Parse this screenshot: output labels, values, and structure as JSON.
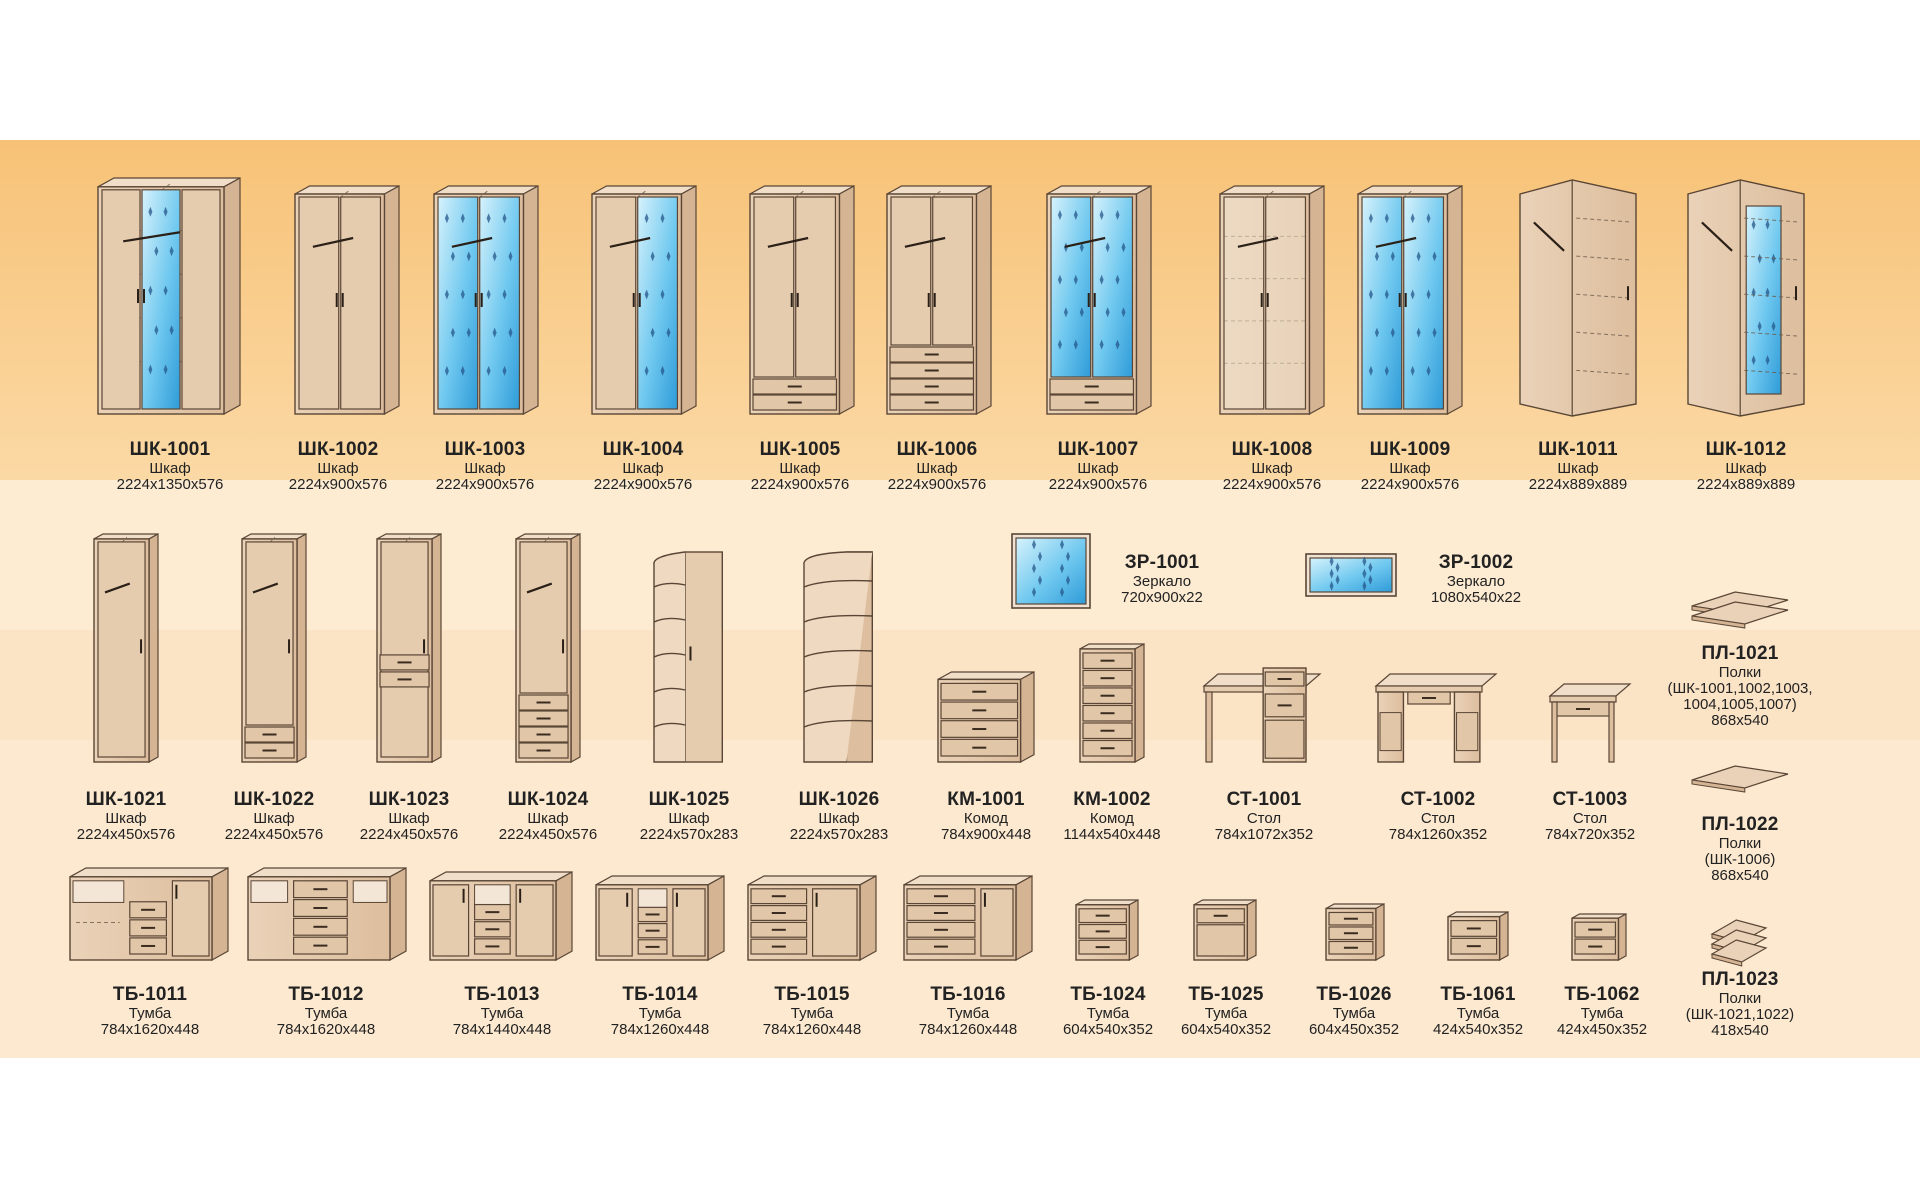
{
  "colors": {
    "band_top_from": "#F8C47C",
    "band_top_to": "#FBE0B6",
    "band_mid": "#FDEBD3",
    "band_low": "#FBE5C8",
    "wood": "#E9CFB3",
    "wood_edge": "#5A4636",
    "glass": "#63C5EE",
    "glass_light": "#CDEFFB"
  },
  "items": [
    {
      "id": "shk1001",
      "code": "ШК-1001",
      "name": "Шкаф",
      "dims": "2224x1350x576",
      "kind": "wardrobe",
      "doors": 3,
      "glass": [
        1
      ],
      "drawers": 0,
      "bar": true
    },
    {
      "id": "shk1002",
      "code": "ШК-1002",
      "name": "Шкаф",
      "dims": "2224x900x576",
      "kind": "wardrobe",
      "doors": 2,
      "glass": [],
      "drawers": 0,
      "bar": true
    },
    {
      "id": "shk1003",
      "code": "ШК-1003",
      "name": "Шкаф",
      "dims": "2224x900x576",
      "kind": "wardrobe",
      "doors": 2,
      "glass": [
        0,
        1
      ],
      "drawers": 0,
      "bar": true
    },
    {
      "id": "shk1004",
      "code": "ШК-1004",
      "name": "Шкаф",
      "dims": "2224x900x576",
      "kind": "wardrobe",
      "doors": 2,
      "glass": [
        1
      ],
      "drawers": 0,
      "bar": true
    },
    {
      "id": "shk1005",
      "code": "ШК-1005",
      "name": "Шкаф",
      "dims": "2224x900x576",
      "kind": "wardrobe",
      "doors": 2,
      "glass": [],
      "drawers": 2,
      "bar": true
    },
    {
      "id": "shk1006",
      "code": "ШК-1006",
      "name": "Шкаф",
      "dims": "2224x900x576",
      "kind": "wardrobe",
      "doors": 2,
      "glass": [],
      "drawers": 4,
      "bar": true
    },
    {
      "id": "shk1007",
      "code": "ШК-1007",
      "name": "Шкаф",
      "dims": "2224x900x576",
      "kind": "wardrobe",
      "doors": 2,
      "glass": [
        0,
        1
      ],
      "drawers": 2,
      "bar": true
    },
    {
      "id": "shk1008",
      "code": "ШК-1008",
      "name": "Шкаф",
      "dims": "2224x900x576",
      "kind": "wardrobe",
      "doors": 2,
      "glass": [],
      "drawers": 0,
      "bar": true,
      "light": true
    },
    {
      "id": "shk1009",
      "code": "ШК-1009",
      "name": "Шкаф",
      "dims": "2224x900x576",
      "kind": "wardrobe",
      "doors": 2,
      "glass": [
        0,
        1
      ],
      "drawers": 0,
      "bar": true,
      "light": true
    },
    {
      "id": "shk1011",
      "code": "ШК-1011",
      "name": "Шкаф",
      "dims": "2224x889x889",
      "kind": "corner",
      "glass": false
    },
    {
      "id": "shk1012",
      "code": "ШК-1012",
      "name": "Шкаф",
      "dims": "2224x889x889",
      "kind": "corner",
      "glass": true
    },
    {
      "id": "shk1021",
      "code": "ШК-1021",
      "name": "Шкаф",
      "dims": "2224x450x576",
      "kind": "single",
      "drawers": 0,
      "bar": true
    },
    {
      "id": "shk1022",
      "code": "ШК-1022",
      "name": "Шкаф",
      "dims": "2224x450x576",
      "kind": "single",
      "drawers": 2,
      "bar": true
    },
    {
      "id": "shk1023",
      "code": "ШК-1023",
      "name": "Шкаф",
      "dims": "2224x450x576",
      "kind": "single",
      "drawers": 2,
      "middleDrawers": true,
      "bar": false
    },
    {
      "id": "shk1024",
      "code": "ШК-1024",
      "name": "Шкаф",
      "dims": "2224x450x576",
      "kind": "single",
      "drawers": 4,
      "bar": true
    },
    {
      "id": "shk1025",
      "code": "ШК-1025",
      "name": "Шкаф",
      "dims": "2224x570x283",
      "kind": "openshelf",
      "withDoor": true
    },
    {
      "id": "shk1026",
      "code": "ШК-1026",
      "name": "Шкаф",
      "dims": "2224x570x283",
      "kind": "openshelf",
      "withDoor": false
    },
    {
      "id": "zr1001",
      "code": "ЗР-1001",
      "name": "Зеркало",
      "dims": "720x900x22",
      "kind": "mirror"
    },
    {
      "id": "zr1002",
      "code": "ЗР-1002",
      "name": "Зеркало",
      "dims": "1080x540x22",
      "kind": "mirror"
    },
    {
      "id": "km1001",
      "code": "КМ-1001",
      "name": "Комод",
      "dims": "784x900x448",
      "kind": "chest",
      "drawers": 4
    },
    {
      "id": "km1002",
      "code": "КМ-1002",
      "name": "Комод",
      "dims": "1144x540x448",
      "kind": "chest",
      "drawers": 6
    },
    {
      "id": "st1001",
      "code": "СТ-1001",
      "name": "Стол",
      "dims": "784x1072x352",
      "kind": "desk",
      "variant": 1
    },
    {
      "id": "st1002",
      "code": "СТ-1002",
      "name": "Стол",
      "dims": "784x1260x352",
      "kind": "desk",
      "variant": 2
    },
    {
      "id": "st1003",
      "code": "СТ-1003",
      "name": "Стол",
      "dims": "784x720x352",
      "kind": "desk",
      "variant": 3
    },
    {
      "id": "pl1021",
      "code": "ПЛ-1021",
      "name": "Полки",
      "extra": [
        "(ШК-1001,1002,1003,",
        "1004,1005,1007)"
      ],
      "dims": "868x540",
      "kind": "shelves",
      "count": 2
    },
    {
      "id": "pl1022",
      "code": "ПЛ-1022",
      "name": "Полки",
      "extra": [
        "(ШК-1006)"
      ],
      "dims": "868x540",
      "kind": "shelves",
      "count": 1
    },
    {
      "id": "pl1023",
      "code": "ПЛ-1023",
      "name": "Полки",
      "extra": [
        "(ШК-1021,1022)"
      ],
      "dims": "418x540",
      "kind": "shelves",
      "count": 3
    },
    {
      "id": "tb1011",
      "code": "ТБ-1011",
      "name": "Тумба",
      "dims": "784x1620x448",
      "kind": "tv",
      "variant": 1
    },
    {
      "id": "tb1012",
      "code": "ТБ-1012",
      "name": "Тумба",
      "dims": "784x1620x448",
      "kind": "tv",
      "variant": 2
    },
    {
      "id": "tb1013",
      "code": "ТБ-1013",
      "name": "Тумба",
      "dims": "784x1440x448",
      "kind": "tv",
      "variant": 3
    },
    {
      "id": "tb1014",
      "code": "ТБ-1014",
      "name": "Тумба",
      "dims": "784x1260x448",
      "kind": "tv",
      "variant": 4
    },
    {
      "id": "tb1015",
      "code": "ТБ-1015",
      "name": "Тумба",
      "dims": "784x1260x448",
      "kind": "tv",
      "variant": 5
    },
    {
      "id": "tb1016",
      "code": "ТБ-1016",
      "name": "Тумба",
      "dims": "784x1260x448",
      "kind": "tv",
      "variant": 6
    },
    {
      "id": "tb1024",
      "code": "ТБ-1024",
      "name": "Тумба",
      "dims": "604x540x352",
      "kind": "night",
      "drawers": 3
    },
    {
      "id": "tb1025",
      "code": "ТБ-1025",
      "name": "Тумба",
      "dims": "604x540x352",
      "kind": "night",
      "drawers": 1
    },
    {
      "id": "tb1026",
      "code": "ТБ-1026",
      "name": "Тумба",
      "dims": "604x450x352",
      "kind": "night",
      "drawers": 3
    },
    {
      "id": "tb1061",
      "code": "ТБ-1061",
      "name": "Тумба",
      "dims": "424x540x352",
      "kind": "night",
      "drawers": 2
    },
    {
      "id": "tb1062",
      "code": "ТБ-1062",
      "name": "Тумба",
      "dims": "424x450x352",
      "kind": "night",
      "drawers": 2
    }
  ]
}
